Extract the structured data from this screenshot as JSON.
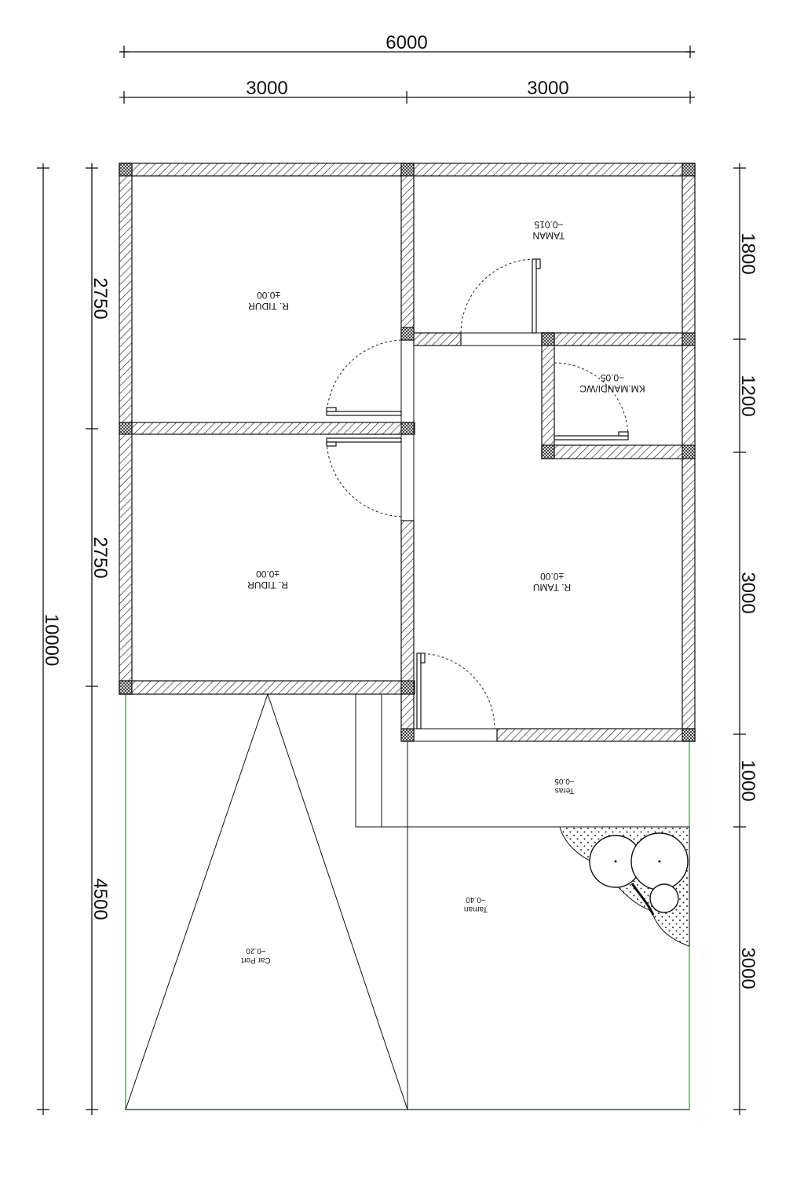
{
  "dimensions": {
    "top_total": "6000",
    "top_left": "3000",
    "top_right": "3000",
    "left_total": "10000",
    "left_upper": "2750",
    "left_middle": "2750",
    "left_lower": "4500",
    "right_1": "1800",
    "right_2": "1200",
    "right_3": "3000",
    "right_4": "1000",
    "right_5": "3000"
  },
  "rooms": {
    "bedroom_top": {
      "name": "R. TIDUR",
      "level": "±0.00"
    },
    "bedroom_bottom": {
      "name": "R. TIDUR",
      "level": "±0.00"
    },
    "taman_top": {
      "name": "TAMAN",
      "level": "−0.015"
    },
    "bathroom": {
      "name": "KM.MANDI/WC",
      "level": "−0.05"
    },
    "living": {
      "name": "R. TAMU",
      "level": "±0.00"
    },
    "teras": {
      "name": "Teras",
      "level": "−0.05"
    },
    "taman_bottom": {
      "name": "Taman",
      "level": "−0.40"
    },
    "carport": {
      "name": "Car Port",
      "level": "−0.20"
    }
  },
  "colors": {
    "line": "#111111",
    "site_boundary": "#3aa03a",
    "background": "#ffffff"
  }
}
